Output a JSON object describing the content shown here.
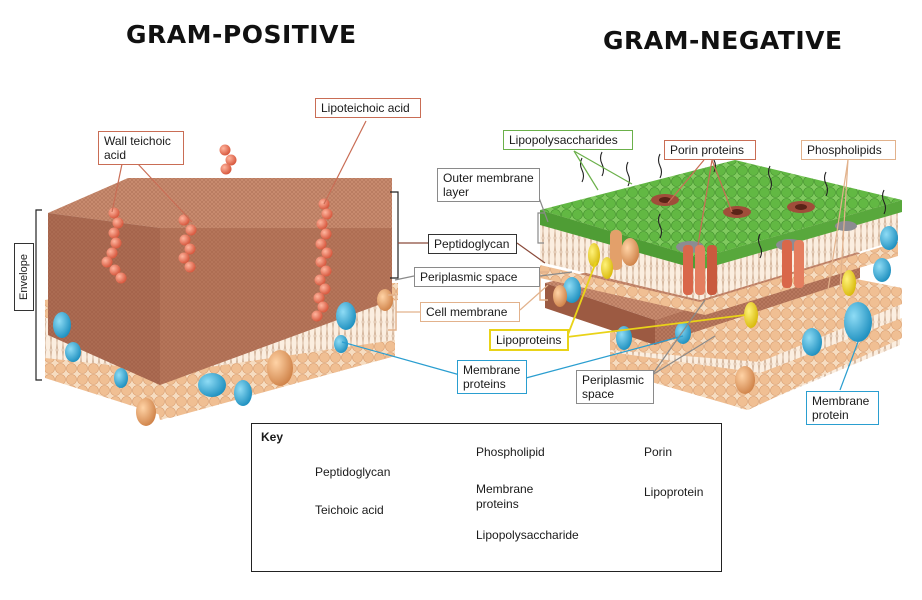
{
  "titles": {
    "left": "GRAM-POSITIVE",
    "right": "GRAM-NEGATIVE"
  },
  "labels": {
    "wall_teichoic": "Wall teichoic acid",
    "lipoteichoic": "Lipoteichoic acid",
    "envelope": "Envelope",
    "outer_membrane": "Outer membrane layer",
    "lipopolysaccharides": "Lipopolysaccharides",
    "porin_proteins": "Porin proteins",
    "phospholipids": "Phospholipids",
    "peptidoglycan": "Peptidoglycan",
    "periplasmic_space": "Periplasmic space",
    "cell_membrane": "Cell membrane",
    "lipoproteins": "Lipoproteins",
    "membrane_proteins": "Membrane proteins",
    "periplasmic_space_2": "Periplasmic space",
    "membrane_protein": "Membrane protein"
  },
  "key": {
    "title": "Key",
    "items": {
      "peptidoglycan": "Peptidoglycan",
      "teichoic": "Teichoic acid",
      "phospholipid": "Phospholipid",
      "membrane_proteins": "Membrane proteins",
      "lipopolysaccharide": "Lipopolysaccharide",
      "porin": "Porin",
      "lipoprotein": "Lipoprotein"
    }
  },
  "colors": {
    "peptidoglycan": "#b8745a",
    "teichoic": "#e8735a",
    "lipid_head": "#f3c39a",
    "protein_blue": "#3fb4dc",
    "protein_tan": "#e3a06a",
    "lps_green": "#5fb845",
    "lipoprotein": "#f2dc14",
    "porin": "#d9674a"
  }
}
